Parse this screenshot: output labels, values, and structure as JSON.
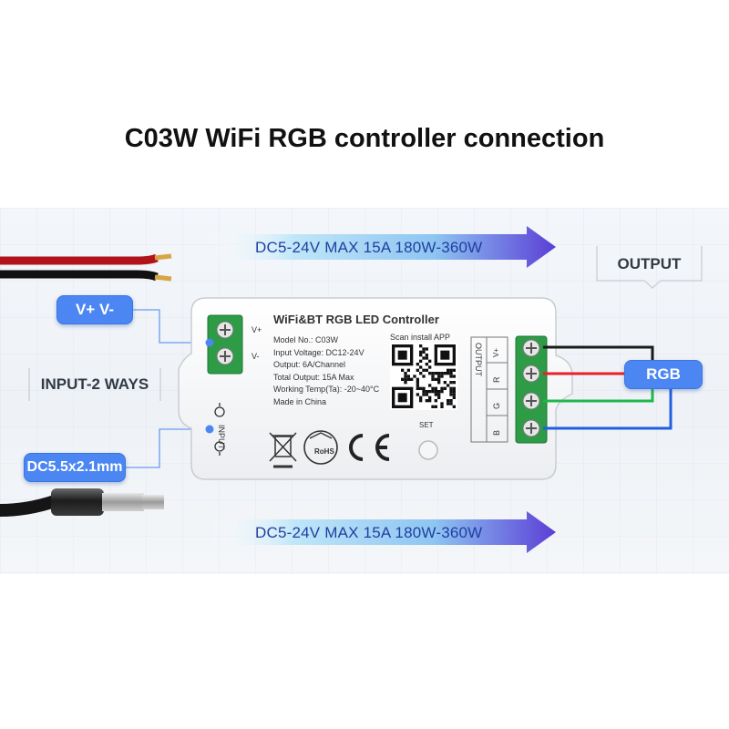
{
  "title": "C03W WiFi RGB controller connection",
  "arrows": {
    "top": "DC5-24V MAX 15A 180W-360W",
    "bottom": "DC5-24V MAX 15A 180W-360W"
  },
  "labels": {
    "output": "OUTPUT",
    "input_ways": "INPUT-2 WAYS",
    "vplus_vminus": "V+ V-",
    "dc_jack": "DC5.5x2.1mm",
    "rgb": "RGB"
  },
  "controller": {
    "name": "WiFi&BT RGB LED Controller",
    "spec_lines": [
      "Model No.: C03W",
      "Input Voltage: DC12-24V",
      "Output: 6A/Channel",
      "Total Output: 15A Max",
      "Working Temp(Ta): -20~40°C",
      "Made in China"
    ],
    "scan_text": "Scan install APP",
    "set_label": "SET",
    "input_label": "INPUT",
    "output_label": "OUTPUT",
    "vplus_label": "V+",
    "vminus_label": "V-",
    "plus_symbol": "+",
    "minus_symbol": "−",
    "rohs": "RoHS",
    "ce": "CE",
    "channels": [
      "V+",
      "R",
      "G",
      "B"
    ]
  },
  "colors": {
    "accent_blue": "#4b86f2",
    "wire_black": "#1a1a1a",
    "wire_red": "#e8202a",
    "wire_green": "#1fb84a",
    "wire_blue": "#1f5fe0",
    "terminal_green": "#2e9b47",
    "arrow_purple": "#5b3fd6"
  },
  "icons": [
    "wheelie-bin-crossed-icon",
    "rohs-icon",
    "ce-mark-icon",
    "qr-code-icon",
    "set-button-icon"
  ]
}
